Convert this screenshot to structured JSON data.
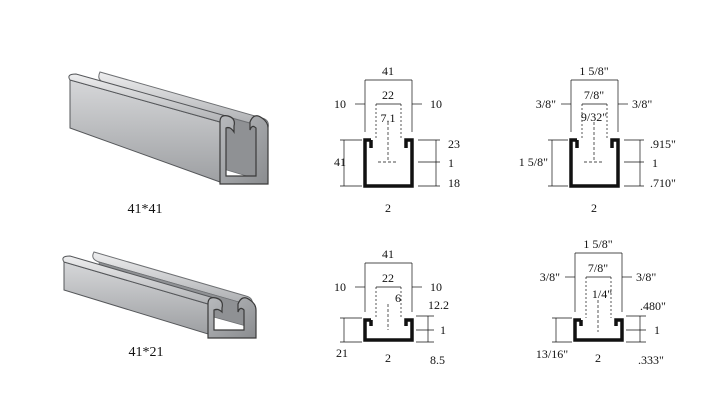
{
  "product_41x41": {
    "caption": "41*41",
    "metric": {
      "overall_width": "41",
      "slot_width": "22",
      "lip_left": "10",
      "lip_right": "10",
      "lip_depth": "7.1",
      "height": "41",
      "dim_upper": "23",
      "dim_mid": "1",
      "dim_lower": "18",
      "thickness": "2"
    },
    "imperial": {
      "overall_width": "1 5/8\"",
      "slot_width": "7/8\"",
      "lip_left": "3/8\"",
      "lip_right": "3/8\"",
      "lip_depth": "9/32\"",
      "height": "1 5/8\"",
      "dim_upper": ".915\"",
      "dim_mid": "1",
      "dim_lower": ".710\"",
      "thickness": "2"
    }
  },
  "product_41x21": {
    "caption": "41*21",
    "metric": {
      "overall_width": "41",
      "slot_width": "22",
      "lip_left": "10",
      "lip_right": "10",
      "lip_depth": "6",
      "height": "21",
      "dim_upper": "12.2",
      "dim_mid": "1",
      "dim_lower": "8.5",
      "thickness": "2"
    },
    "imperial": {
      "overall_width": "1 5/8\"",
      "slot_width": "7/8\"",
      "lip_left": "3/8\"",
      "lip_right": "3/8\"",
      "lip_depth": "1/4\"",
      "height": "13/16\"",
      "dim_upper": ".480\"",
      "dim_mid": "1",
      "dim_lower": ".333\"",
      "thickness": "2"
    }
  },
  "colors": {
    "channel_light": "#c9cacc",
    "channel_mid": "#a6a8ab",
    "channel_dark": "#7d7f82",
    "outline": "#3a3a3a",
    "profile": "#111111"
  }
}
